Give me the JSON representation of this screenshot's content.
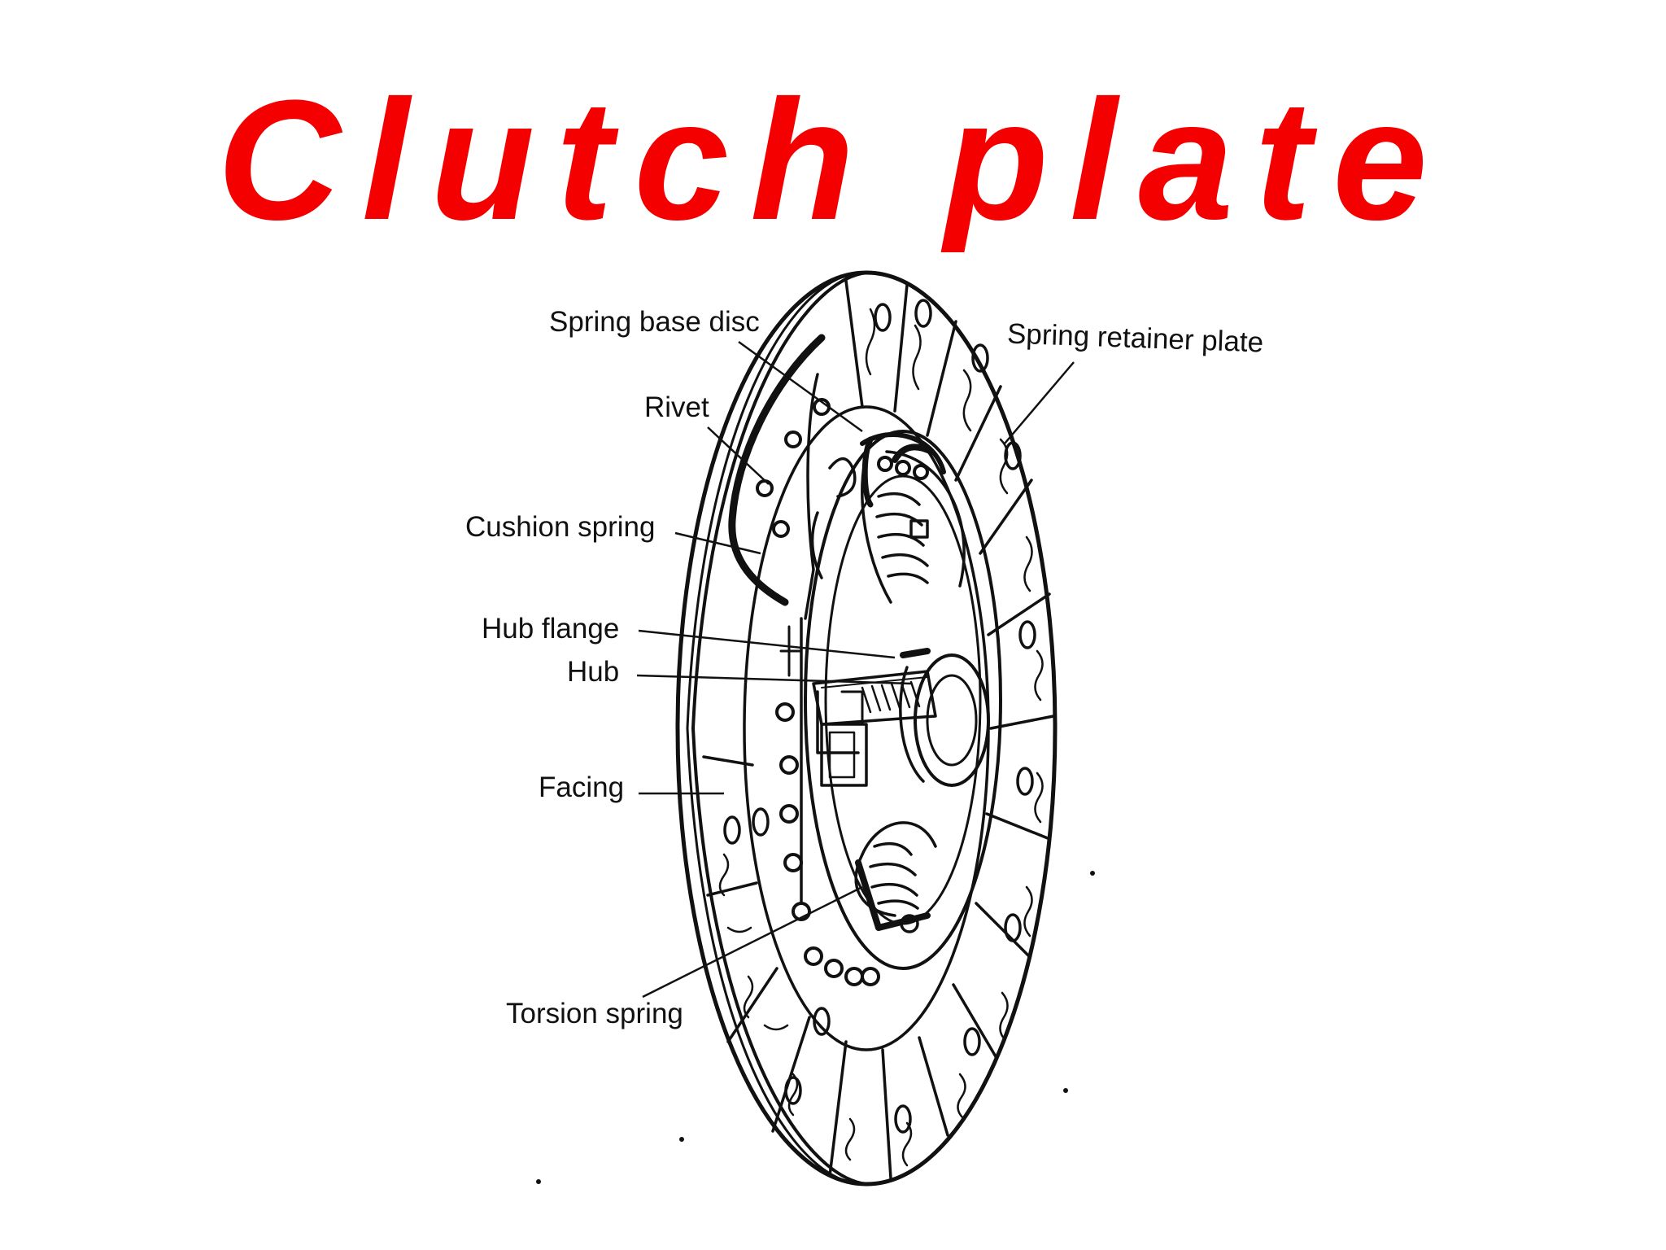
{
  "title": "Clutch plate",
  "colors": {
    "title": "#f50000",
    "ink": "#111111",
    "background": "#ffffff"
  },
  "labels": {
    "spring_base_disc": "Spring base disc",
    "spring_retainer_plate": "Spring retainer plate",
    "rivet": "Rivet",
    "cushion_spring": "Cushion spring",
    "hub_flange": "Hub flange",
    "hub": "Hub",
    "facing": "Facing",
    "torsion_spring": "Torsion spring"
  }
}
